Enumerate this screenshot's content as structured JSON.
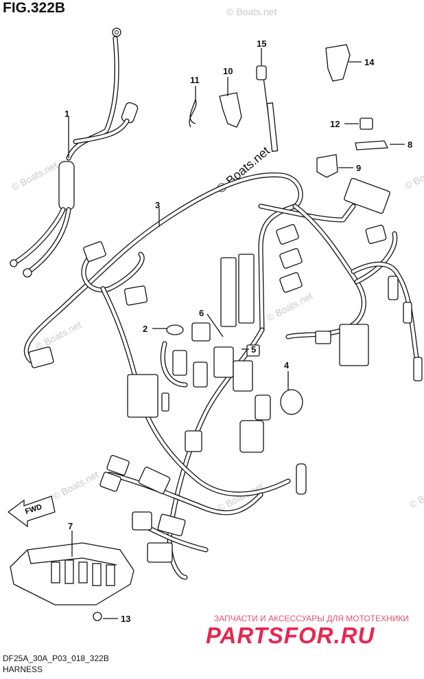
{
  "figure": {
    "title": "FIG.322B",
    "code": "DF25A_30A_P03_018_322B",
    "name": "HARNESS"
  },
  "callouts": [
    "1",
    "2",
    "3",
    "4",
    "5",
    "6",
    "7",
    "8",
    "9",
    "10",
    "11",
    "12",
    "13",
    "14",
    "15"
  ],
  "watermarks": {
    "main": "© Boats.net",
    "faded": "© Boats.net",
    "direction_arrow": "FWD"
  },
  "advert": {
    "tagline": "ЗАПЧАСТИ И АКСЕССУАРЫ ДЛЯ МОТОТЕХНИКИ",
    "brand": "PARTSFOR.RU"
  },
  "colors": {
    "line": "#111111",
    "watermark": "#c9c9c9",
    "brand": "#e8264f"
  }
}
